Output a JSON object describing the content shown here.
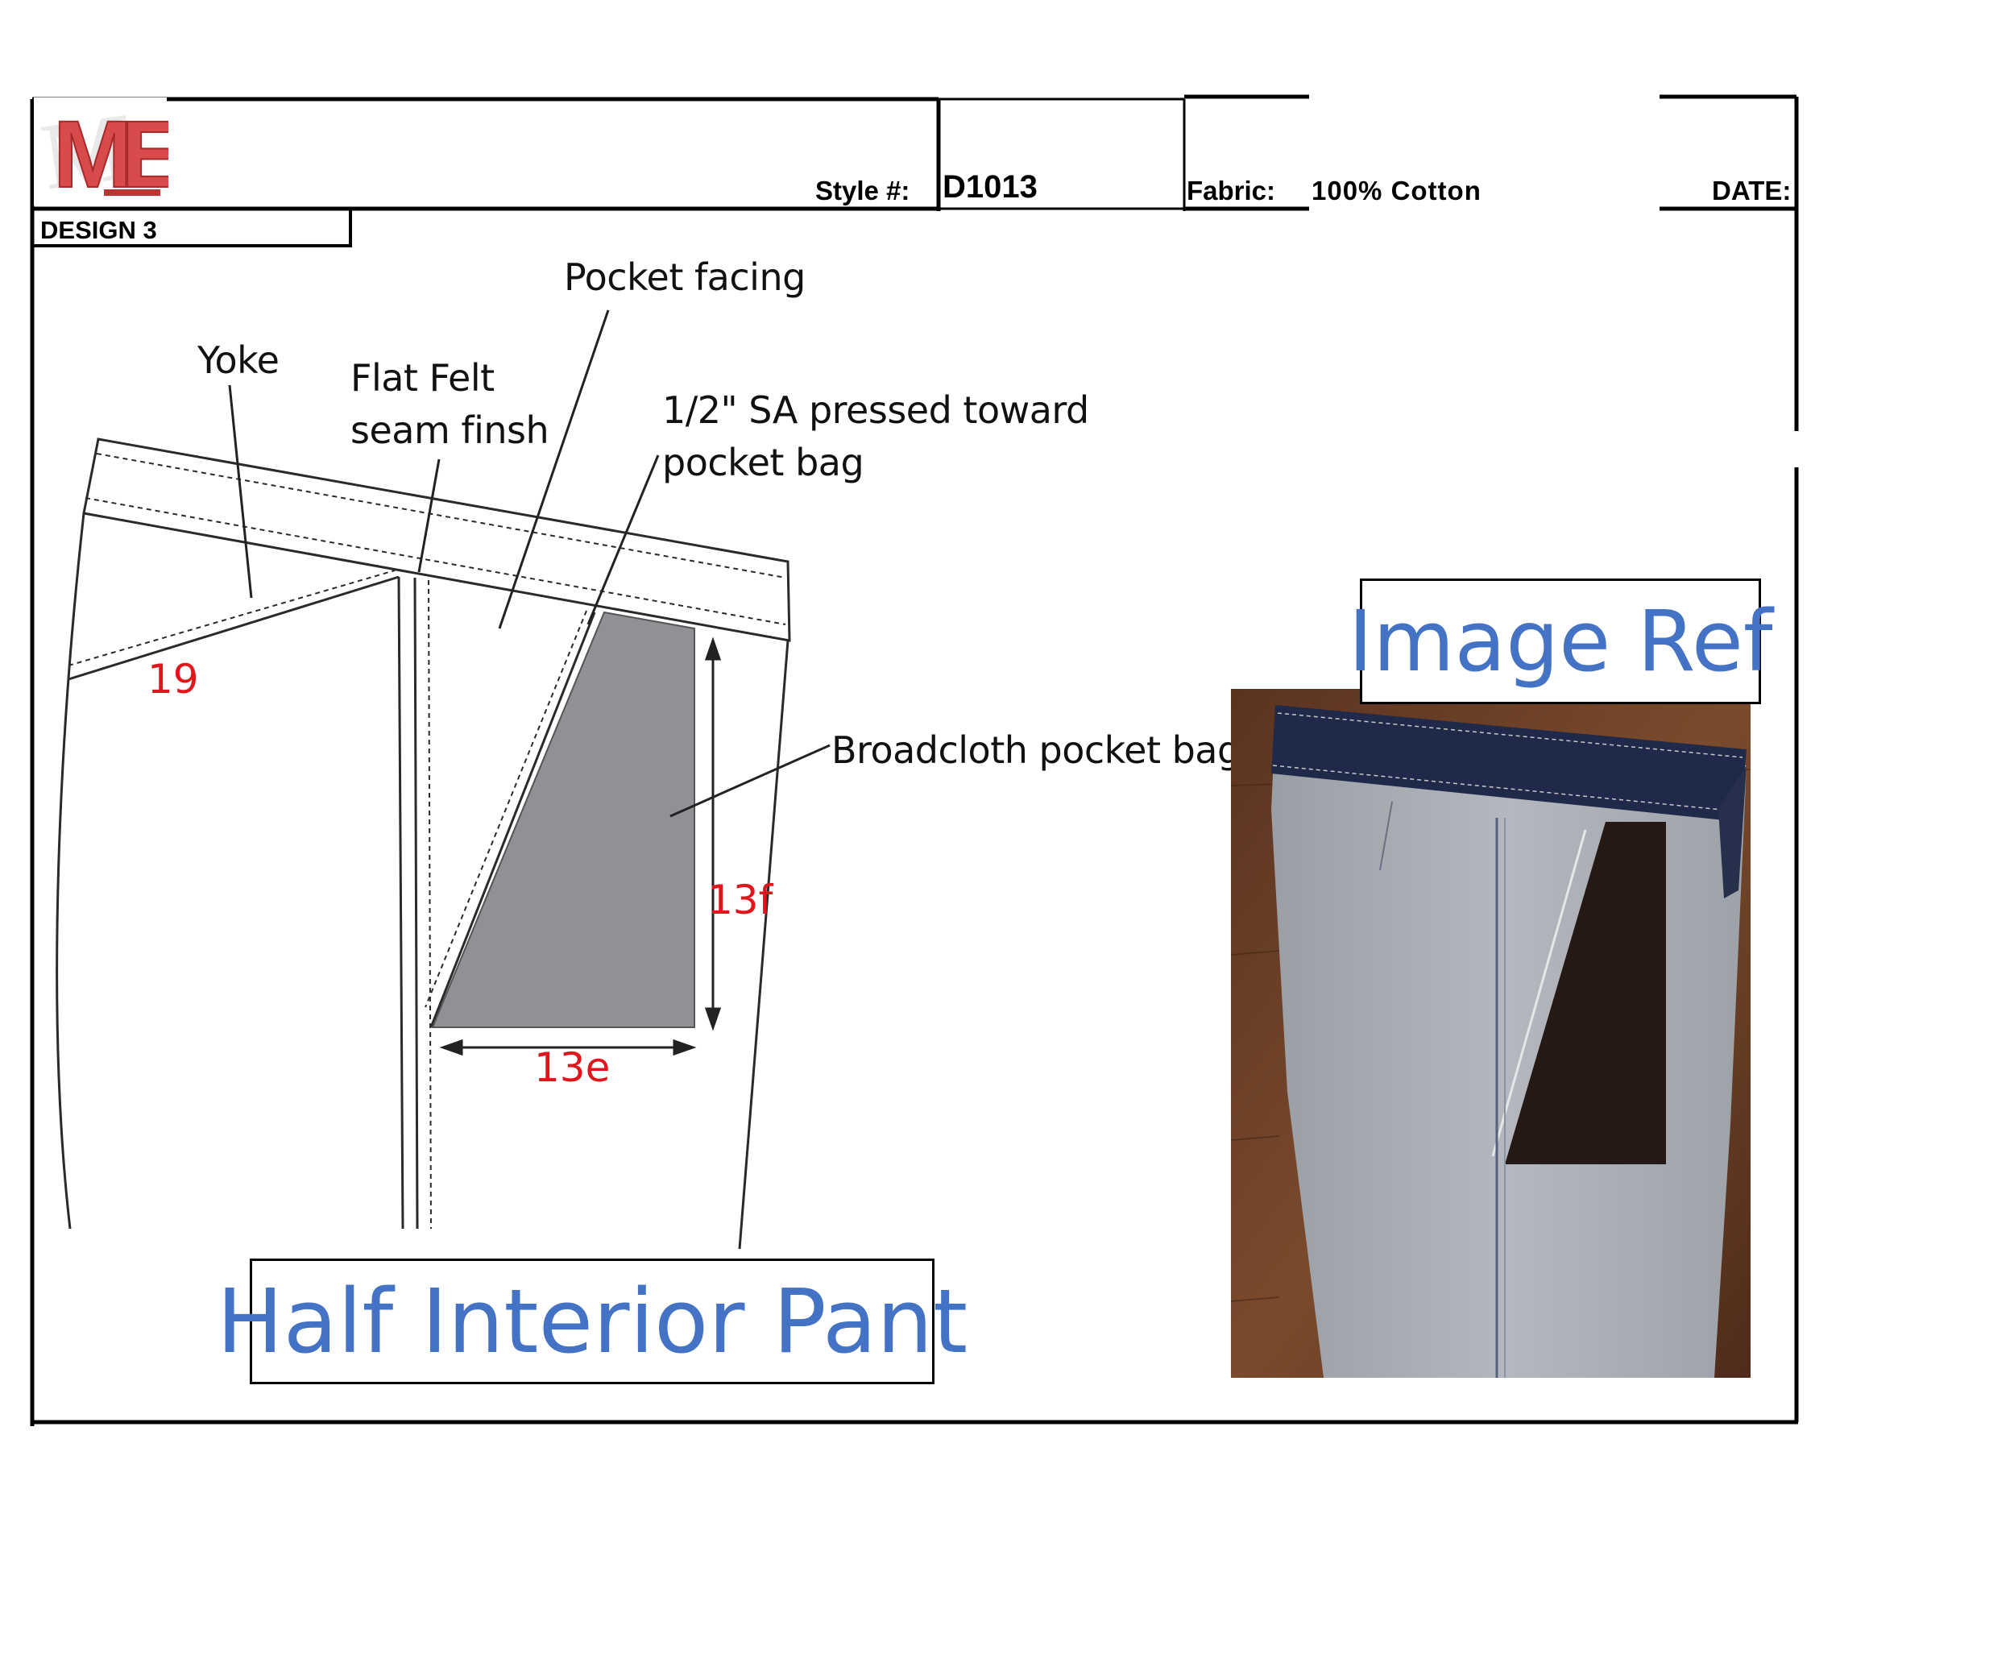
{
  "header": {
    "style_label": "Style #:",
    "style_value": "D1013",
    "fabric_label": "Fabric:",
    "fabric_value": "100% Cotton",
    "date_label": "DATE:",
    "design_label": "DESIGN 3"
  },
  "logo": {
    "letters": "ME",
    "icon": "brand-logo"
  },
  "drawing": {
    "labels": {
      "yoke": "Yoke",
      "flat_felt_line1": "Flat Felt",
      "flat_felt_line2": "seam finsh",
      "pocket_facing": "Pocket facing",
      "sa_line1": "1/2\" SA pressed toward",
      "sa_line2": "pocket bag",
      "broadcloth": "Broadcloth pocket bag"
    },
    "dimensions": {
      "yoke_seam": "19",
      "pocket_height": "13f",
      "pocket_width": "13e"
    },
    "colors": {
      "pocket_bag": "#8f9194",
      "dimension_text": "#e0161c"
    }
  },
  "captions": {
    "left": "Half Interior Pant",
    "right": "Image Ref",
    "color": "#4472c4"
  },
  "photo": {
    "icon": "reference-photo"
  }
}
